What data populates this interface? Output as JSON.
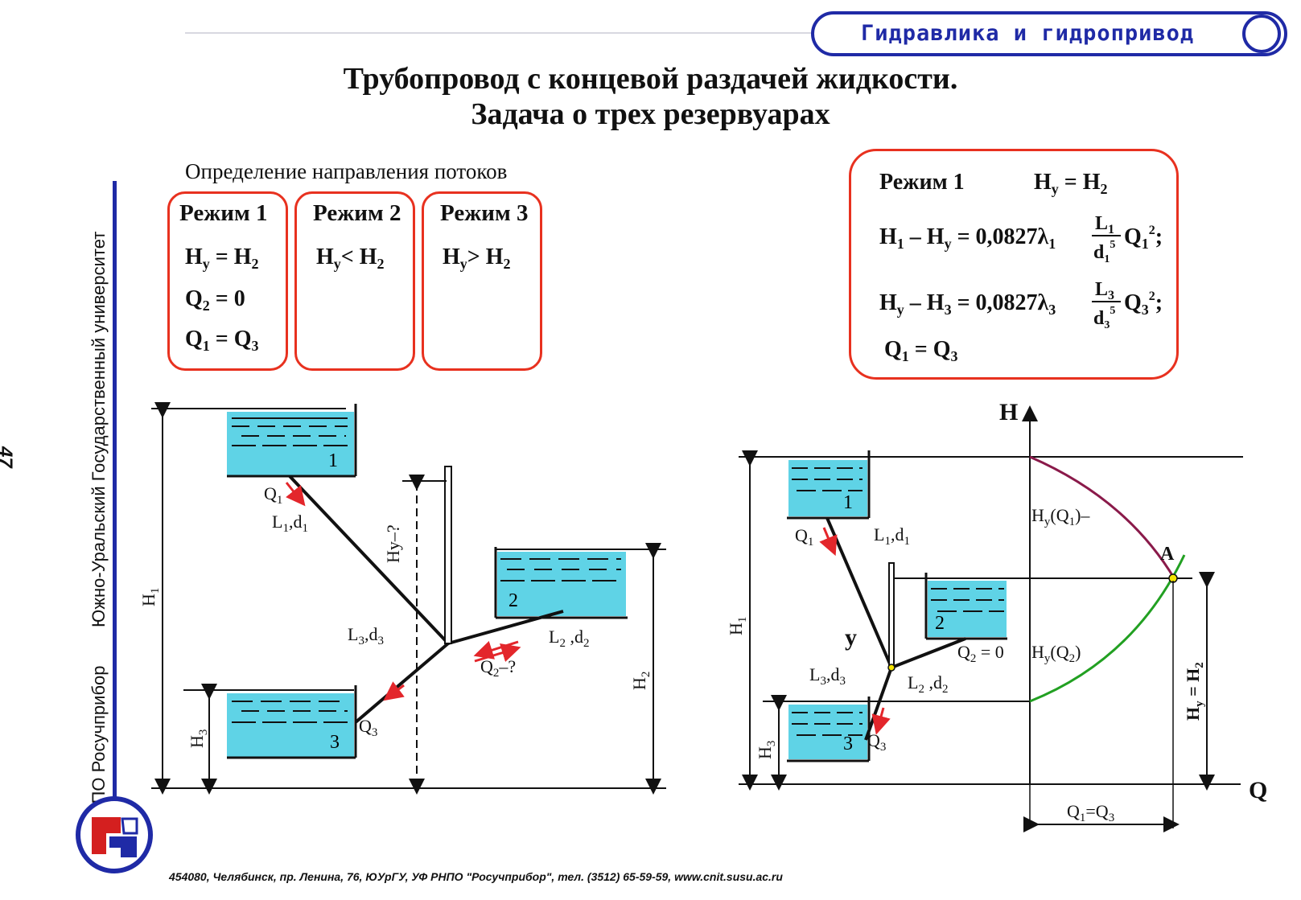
{
  "header": {
    "course": "Гидравлика и гидропривод"
  },
  "title": {
    "line1": "Трубопровод с концевой раздачей жидкости.",
    "line2": "Задача о трех резервуарах"
  },
  "sidebar": {
    "page_number": "47",
    "org_line1": "Южно-Уральский Государственный университет",
    "org_line2": "РНПО Росучприбор"
  },
  "modes": {
    "caption": "Определение направления потоков",
    "items": [
      {
        "label": "Режим 1",
        "lines": [
          "Hу = H2",
          "Q2 = 0",
          "Q1 = Q3"
        ]
      },
      {
        "label": "Режим 2",
        "lines": [
          "Hу < H2"
        ]
      },
      {
        "label": "Режим 3",
        "lines": [
          "Hу > H2"
        ]
      }
    ]
  },
  "regime_box": {
    "label": "Режим 1",
    "condition": "Hу = H2",
    "eq1": "H1 – Hу = 0,0827λ1 L1/d1^5 Q1^2;",
    "eq2": "Hу – H3 = 0,0827λ3 L3/d3^5 Q3^2;",
    "eq3": "Q1 = Q3"
  },
  "left_diagram": {
    "tanks": [
      "1",
      "2",
      "3"
    ],
    "labels": {
      "q1": "Q1",
      "l1d1": "L1,d1",
      "hy": "Hу–?",
      "l2d2": "L2 ,d2",
      "q2": "Q2–?",
      "l3d3": "L3,d3",
      "q3": "Q3",
      "h1": "H1",
      "h2": "H2",
      "h3": "H3"
    }
  },
  "right_diagram": {
    "tanks": [
      "1",
      "2",
      "3"
    ],
    "labels": {
      "axis_h": "H",
      "axis_q": "Q",
      "q1": "Q1",
      "l1d1": "L1,d1",
      "y": "у",
      "q2": "Q2 = 0",
      "l2d2": "L2 ,d2",
      "l3d3": "L3,d3",
      "q3": "Q3",
      "h1": "H1",
      "h3": "H3",
      "hy_q1": "Hу(Q1)",
      "hy_q2": "Hу(Q2)",
      "point_a": "A",
      "hy_h2": "Hу = H2",
      "q1_q3": "Q1=Q3"
    },
    "colors": {
      "curve_q1": "#8a1a4a",
      "curve_q2": "#22a022",
      "water": "#5fd3e6"
    }
  },
  "footer": "454080, Челябинск, пр. Ленина, 76, ЮУрГУ, УФ РНПО \"Росучприбор\", тел. (3512) 65-59-59, www.cnit.susu.ac.ru"
}
